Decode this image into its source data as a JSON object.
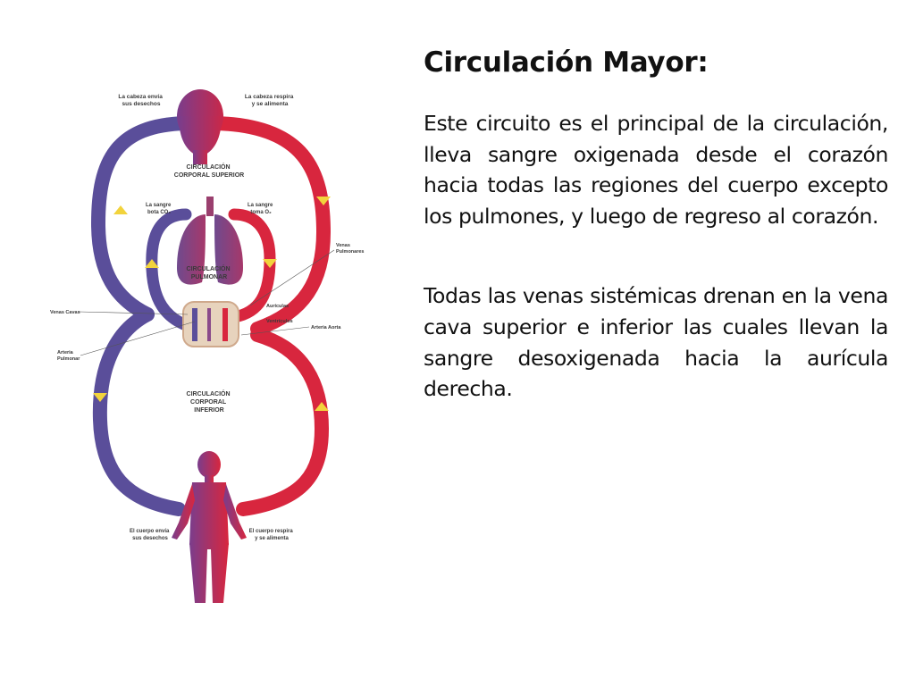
{
  "slide": {
    "title": "Circulación Mayor:",
    "paragraphs": [
      "Este circuito es el principal de la circulación, lleva sangre oxigenada desde el corazón hacia todas las regiones del cuerpo excepto los pulmones, y luego de regreso al corazón.",
      "Todas las venas sistémicas drenan en la vena cava superior e inferior las cuales llevan la sangre desoxigenada hacia la aurícula derecha."
    ]
  },
  "diagram": {
    "labels": {
      "head_left": [
        "La cabeza envía",
        "sus desechos"
      ],
      "head_right": [
        "La cabeza respira",
        "y se alimenta"
      ],
      "upper_circuit": [
        "CIRCULACIÓN",
        "CORPORAL SUPERIOR"
      ],
      "lung_left": [
        "La sangre",
        "bota CO₂"
      ],
      "lung_right": [
        "La sangre",
        "toma O₂"
      ],
      "pulmonary_veins": [
        "Venas",
        "Pulmonares"
      ],
      "pulmonary_circuit": [
        "CIRCULACIÓN",
        "PULMONAR"
      ],
      "vena_cava": "Venas Cavas",
      "auricles": "Aurículas",
      "ventricles": "Ventrículos",
      "aorta": "Arteria Aorta",
      "pulmonary_artery": [
        "Arteria",
        "Pulmonar"
      ],
      "lower_circuit": [
        "CIRCULACIÓN",
        "CORPORAL",
        "INFERIOR"
      ],
      "body_left": [
        "El cuerpo envía",
        "sus desechos"
      ],
      "body_right": [
        "El cuerpo respira",
        "y se alimenta"
      ]
    },
    "colors": {
      "venous": "#5a4e9a",
      "arterial": "#d8263e",
      "figure": "#b0305a",
      "lungs": "#9a3f6e",
      "heart": "#e7d3bd",
      "arrow": "#f2d33c"
    }
  }
}
